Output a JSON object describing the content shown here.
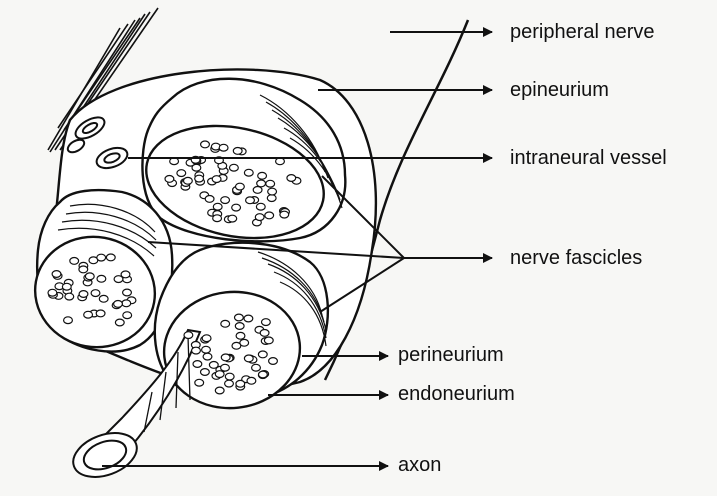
{
  "diagram": {
    "labels": {
      "peripheral_nerve": "peripheral nerve",
      "epineurium": "epineurium",
      "intraneural_vessel": "intraneural vessel",
      "nerve_fascicles": "nerve fascicles",
      "perineurium": "perineurium",
      "endoneurium": "endoneurium",
      "axon": "axon"
    },
    "colors": {
      "ink": "#111111",
      "paper": "#f7f7f5",
      "fill": "#ffffff"
    }
  }
}
